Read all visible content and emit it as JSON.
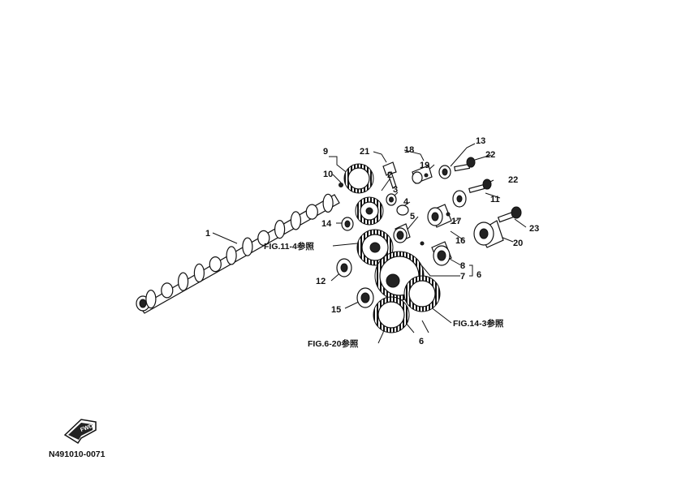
{
  "callouts": {
    "p1": "1",
    "p2": "2",
    "p3": "3",
    "p4": "4",
    "p5": "5",
    "p6a": "6",
    "p6b": "6",
    "p7": "7",
    "p8": "8",
    "p9": "9",
    "p10": "10",
    "p11": "11",
    "p12": "12",
    "p13": "13",
    "p14": "14",
    "p15": "15",
    "p16": "16",
    "p17": "17",
    "p18": "18",
    "p19": "19",
    "p20": "20",
    "p21": "21",
    "p22a": "22",
    "p22b": "22",
    "p23": "23"
  },
  "references": {
    "fig11": "FIG.11-4参照",
    "fig14": "FIG.14-3参照",
    "fig6": "FIG.6-20参照"
  },
  "fwd_arrow": {
    "text": "FWD"
  },
  "drawing_code": "N491010-0071"
}
